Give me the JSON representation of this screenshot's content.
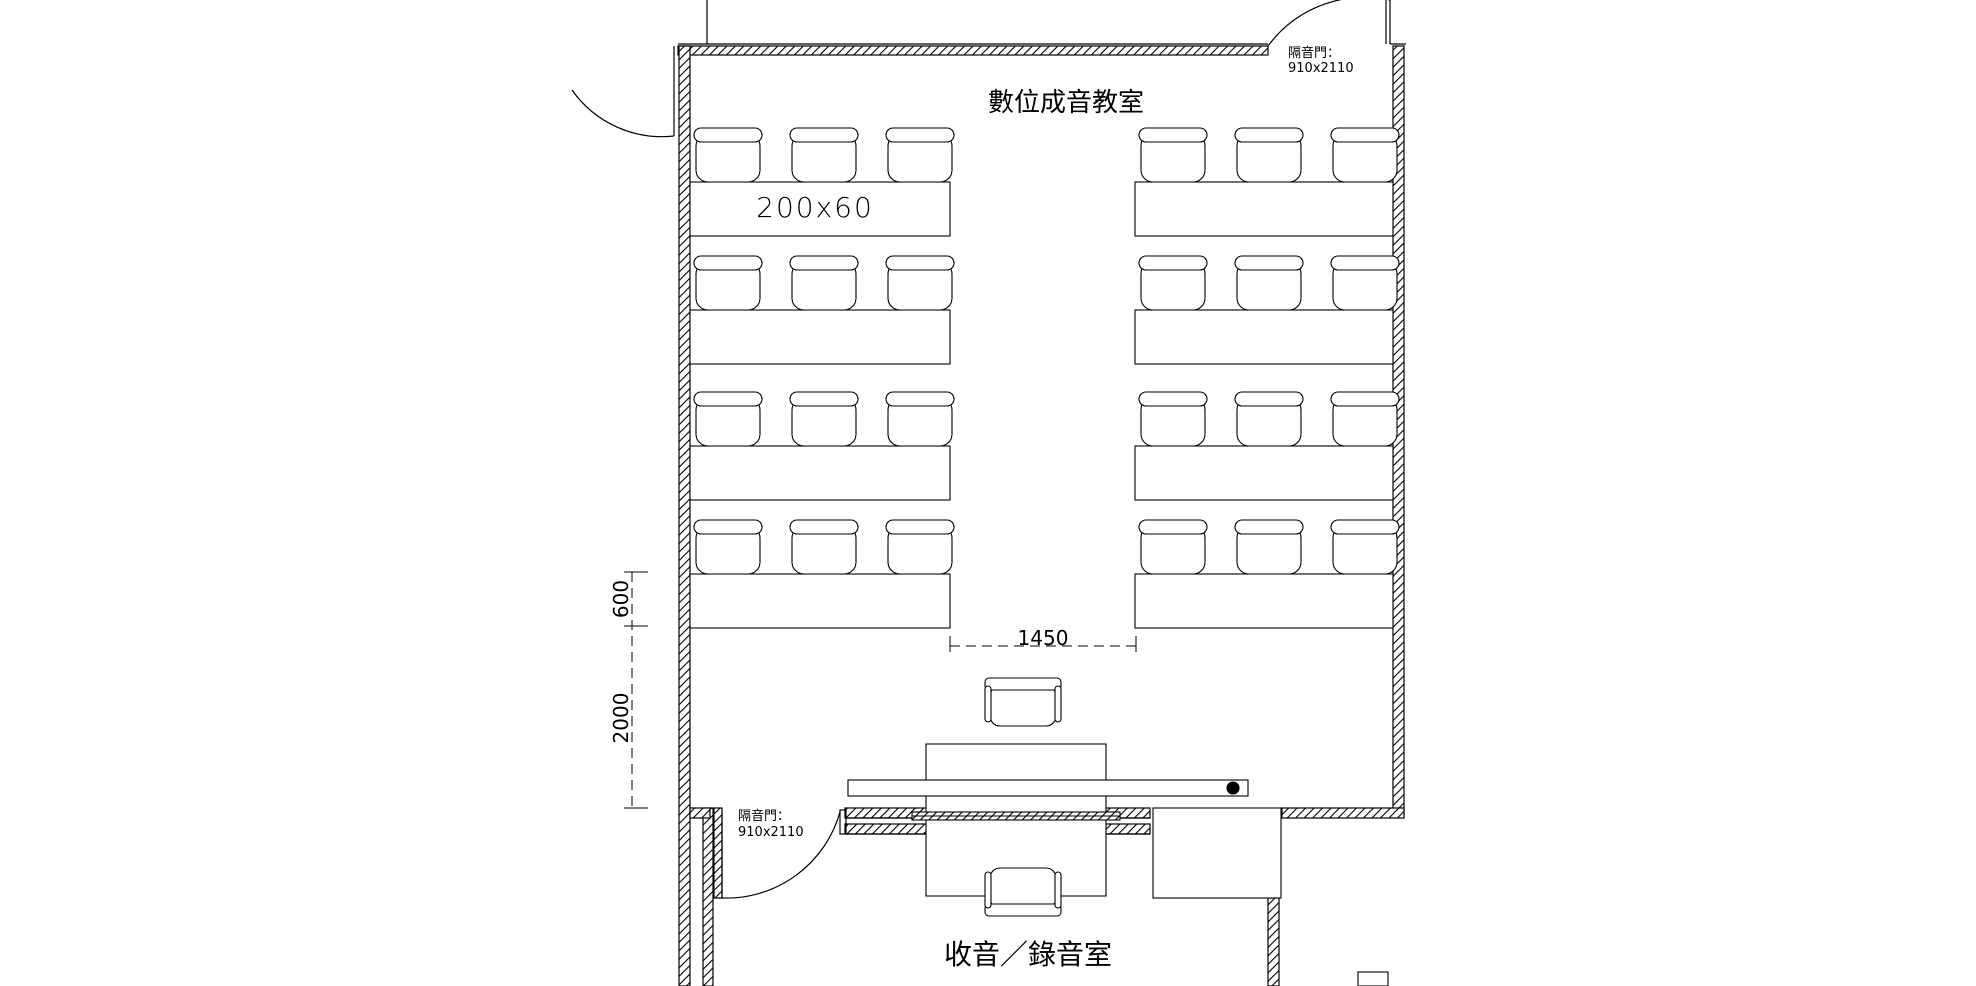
{
  "rooms": {
    "classroom": "數位成音教室",
    "recording_room": "收音／錄音室"
  },
  "doors": {
    "top_right": {
      "line1": "隔音門：",
      "line2": "910x2110"
    },
    "lower_left": {
      "line1": "隔音門：",
      "line2": "910x2110"
    }
  },
  "dimensions": {
    "desk_size": "200x60",
    "aisle_width": "1450",
    "vertical_small": "600",
    "vertical_large": "2000"
  },
  "colors": {
    "line": "#000000",
    "background": "#ffffff"
  }
}
